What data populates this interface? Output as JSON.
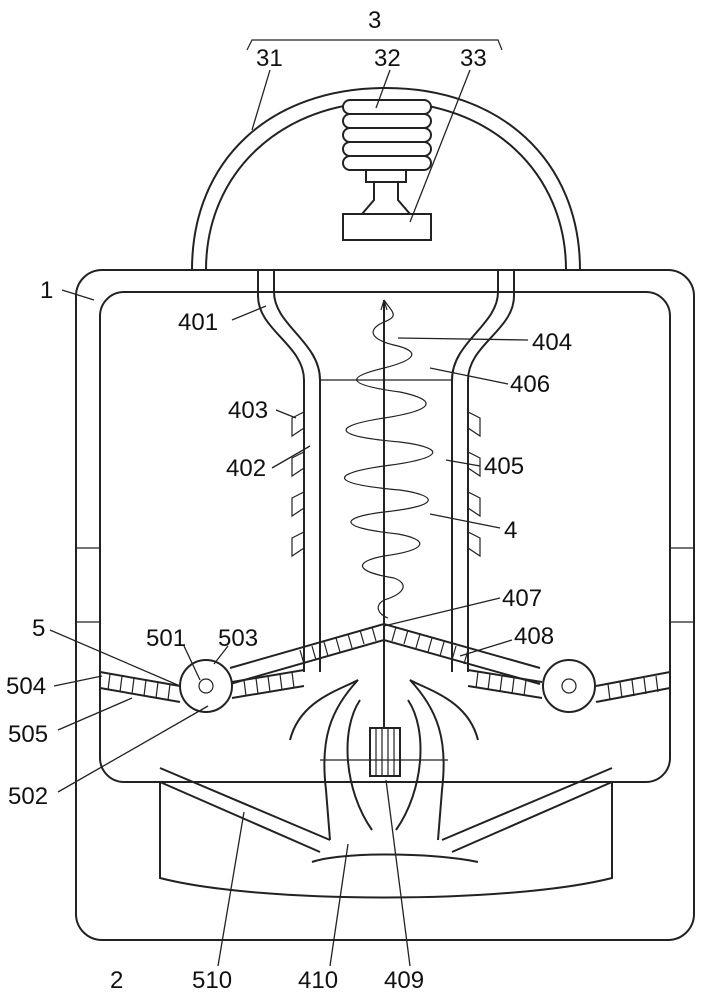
{
  "labels": {
    "l3": "3",
    "l31": "31",
    "l32": "32",
    "l33": "33",
    "l1": "1",
    "l401": "401",
    "l404": "404",
    "l406": "406",
    "l403": "403",
    "l402": "402",
    "l405": "405",
    "l4": "4",
    "l407": "407",
    "l408": "408",
    "l5": "5",
    "l501": "501",
    "l503": "503",
    "l504": "504",
    "l505": "505",
    "l502": "502",
    "l2": "2",
    "l510": "510",
    "l410": "410",
    "l409": "409"
  }
}
